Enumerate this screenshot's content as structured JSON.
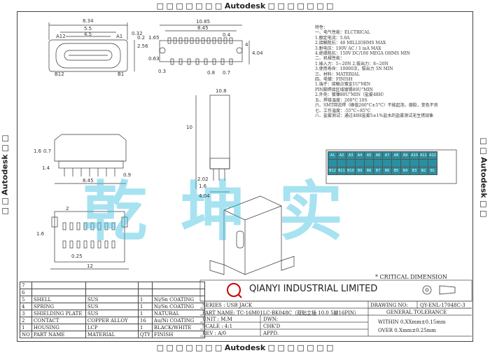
{
  "watermark": "Autodesk",
  "brand_watermark": "乾 坤 实",
  "company": "QIANYI INDUSTRIAL LIMITED",
  "critical_note": "* CRITICAL DIMENSION",
  "spec_lines": [
    "特性：",
    "一、电气性能：ELCTRICAL",
    "1.额定电流：5.0A",
    "2.接触阻抗：40 MILLIOHMS MAX",
    "3.耐电压：100V AC / 1 mA MAX",
    "4.绝缘阻抗：150V DC/100 MEGA OHMS MIN",
    "二、机械性能：",
    "1.插入力：5~20N  2.拔出力：8~20N",
    "3.使用寿命：10000次，拔出力 5N MIN",
    "三、材料：MATERIAL",
    "四、电镀：FINISH",
    "1.端子：接触点镀金1U\"MIN",
    "PIN脚焊接区域镀锡80U\"MIN",
    "2.外壳：镀镍80U\"MIN（盐雾48H）",
    "五、焊接温度：260°C 10S",
    "六、SMT回流焊（峰值260°C±5°C）不能起泡，熔胶，变色不良",
    "七、工作温度：-55°C~85°C",
    "八、盐雾测试：通过48H盐雾5±1%盐水的盐雾测试无生锈现象"
  ],
  "pins_row1": [
    "A1",
    "A2",
    "A3",
    "A4",
    "A5",
    "A6",
    "A7",
    "A8",
    "A9",
    "A10",
    "A11",
    "A12"
  ],
  "pins_row2": [
    "",
    "",
    "",
    "",
    "",
    "",
    "",
    "",
    "",
    "",
    "",
    ""
  ],
  "pins_row3": [
    "B12",
    "B11",
    "B10",
    "B9",
    "B8",
    "B7",
    "B6",
    "B5",
    "B4",
    "B3",
    "B2",
    "B1"
  ],
  "pin_color": "#2a8fa0",
  "dims": {
    "d834": "8.34",
    "d55": "5.5",
    "d45": "4.5",
    "d032": "0.32",
    "d256": "2.56",
    "d02": "0.2",
    "d1085": "10.85",
    "d845a": "8.45",
    "d04": "0.4",
    "d165": "1.65",
    "d063": "0.63",
    "d03": "0.3",
    "d08": "0.8",
    "d4": "4",
    "d404": "4.04",
    "d07": "0.7",
    "d108": "10.8",
    "d10": "10",
    "d202": "2.02",
    "d16": "1.6",
    "d14": "1.4",
    "d09": "0.9",
    "d845b": "8.45",
    "d12": "12",
    "d025": "0.25",
    "d2": "2",
    "a12": "A12",
    "a1": "A1",
    "b12": "B12",
    "b1": "B1"
  },
  "bom_rows": [
    {
      "no": "7",
      "name": "",
      "mat": "",
      "qty": "",
      "finish": ""
    },
    {
      "no": "6",
      "name": "",
      "mat": "",
      "qty": "",
      "finish": ""
    },
    {
      "no": "5",
      "name": "SHELL",
      "mat": "SUS",
      "qty": "1",
      "finish": "Ni/Sn COATING"
    },
    {
      "no": "4",
      "name": "SPRING",
      "mat": "SUS",
      "qty": "1",
      "finish": "Ni/Sn COATING"
    },
    {
      "no": "3",
      "name": "SHIELDING PLATE",
      "mat": "SUS",
      "qty": "1",
      "finish": "NATURAL"
    },
    {
      "no": "2",
      "name": "CONTACT",
      "mat": "COPPER ALLOY",
      "qty": "16",
      "finish": "Au/Ni COATING"
    },
    {
      "no": "1",
      "name": "HOUSING",
      "mat": "LCP",
      "qty": "1",
      "finish": "BLACK/WHITE"
    },
    {
      "no": "NO",
      "name": "PART NAME",
      "mat": "MATERIAL",
      "qty": "QTY",
      "finish": "FINISH"
    }
  ],
  "title_block": {
    "series": "SERIES : USB JACK",
    "part_name": "PART NAME: TC-16M01LC-BK048C（双贴立插 10.0 5脚16PIN）",
    "unit": "UNIT : M.M",
    "scale": "SCALE : 4:1",
    "rev": "REV : A/0",
    "dwn": "DWN:",
    "chkd": "CHK'D",
    "appd": "APPD.",
    "drawing_no_label": "DRAWING NO:",
    "drawing_no": "QY-ENL-17048C-3",
    "general_tol": "GENERAL TOLERANCE",
    "within": "WITHIN 0.XXmm±0.15mm",
    "over": "OVER   0.Xmm±0.25mm"
  }
}
